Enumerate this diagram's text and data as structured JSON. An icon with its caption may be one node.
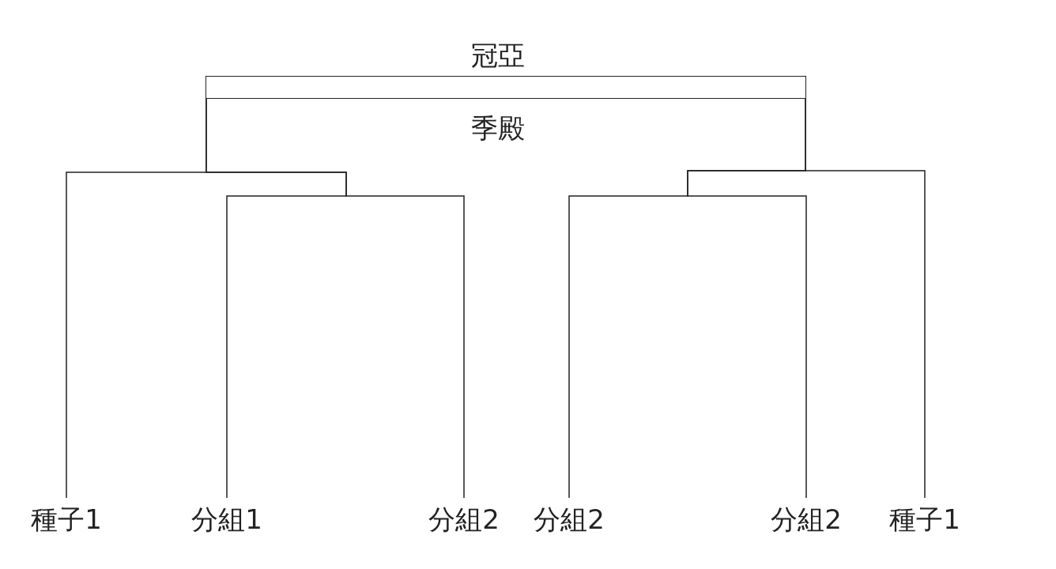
{
  "diagram": {
    "nodes": [
      {
        "text": [
          "冠亞",
          "季殿"
        ]
      },
      {
        "text": [
          "種子1"
        ]
      },
      {
        "text": [
          "分組1"
        ]
      },
      {
        "text": [
          "分組2"
        ]
      },
      {
        "text": [
          "分組2"
        ]
      },
      {
        "text": [
          "分組2"
        ]
      },
      {
        "text": [
          "種子1"
        ]
      }
    ],
    "edges": [
      {
        "from": 1,
        "to": 0,
        "arrow": "none"
      },
      {
        "from": 2,
        "to": 0,
        "arrow": "none"
      },
      {
        "from": 3,
        "to": 0,
        "arrow": "none"
      },
      {
        "from": 4,
        "to": 0,
        "arrow": "none"
      },
      {
        "from": 5,
        "to": 0,
        "arrow": "none"
      },
      {
        "from": 6,
        "to": 0,
        "arrow": "none"
      }
    ]
  }
}
